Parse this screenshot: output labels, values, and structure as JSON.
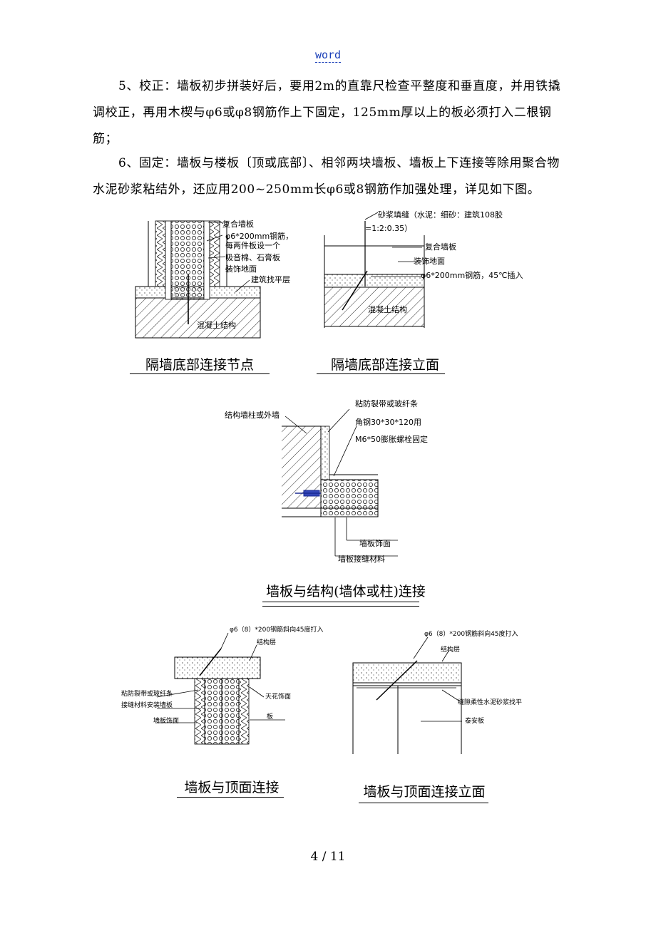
{
  "header": {
    "label": "word"
  },
  "paragraphs": {
    "p5": "5、校正：墙板初步拼装好后，要用2m的直靠尺检查平整度和垂直度，并用铁撬调校正，再用木楔与φ6或φ8钢筋作上下固定，125mm厚以上的板必须打入二根钢筋；",
    "p6": "6、固定：墙板与楼板〔顶或底部〕、相邻两块墙板、墙板上下连接等除用聚合物水泥砂浆粘结外，还应用200~250mm长φ6或8钢筋作加强处理，详见如下图。"
  },
  "fig1": {
    "caption": "隔墙底部连接节点",
    "labels": [
      "复合墙板",
      "φ6*200mm钢筋，",
      "每两件板设一个",
      "吸音棉、石膏板",
      "装饰地面",
      "建筑找平层",
      "混凝土结构"
    ]
  },
  "fig2": {
    "caption": "隔墙底部连接立面",
    "labels": [
      "砂浆填缝（水泥：细砂：建筑108胶",
      "=1:2:0.35）",
      "复合墙板",
      "装饰地面",
      "φ6*200mm钢筋，45℃插入",
      "混凝土结构"
    ]
  },
  "fig3": {
    "caption": "墙板与结构(墙体或柱)连接",
    "labels": [
      "结构墙柱或外墙",
      "粘防裂带或玻纤条",
      "角钢30*30*120用",
      "M6*50膨胀螺栓固定",
      "墙板饰面",
      "墙板接缝材料"
    ]
  },
  "fig4": {
    "caption": "墙板与顶面连接",
    "labels": [
      "φ6（8）*200钢筋斜向45度打入",
      "结构层",
      "粘防裂带或玻纤条",
      "接缝材料安装墙板",
      "天花饰面",
      "墙板饰面",
      "板"
    ]
  },
  "fig5": {
    "caption": "墙板与顶面连接立面",
    "labels": [
      "φ6（8）*200钢筋斜向45度打入",
      "结构层",
      "缝隙柔性水泥砂浆找平",
      "泰安板"
    ]
  },
  "footer": {
    "page": "4 / 11"
  }
}
